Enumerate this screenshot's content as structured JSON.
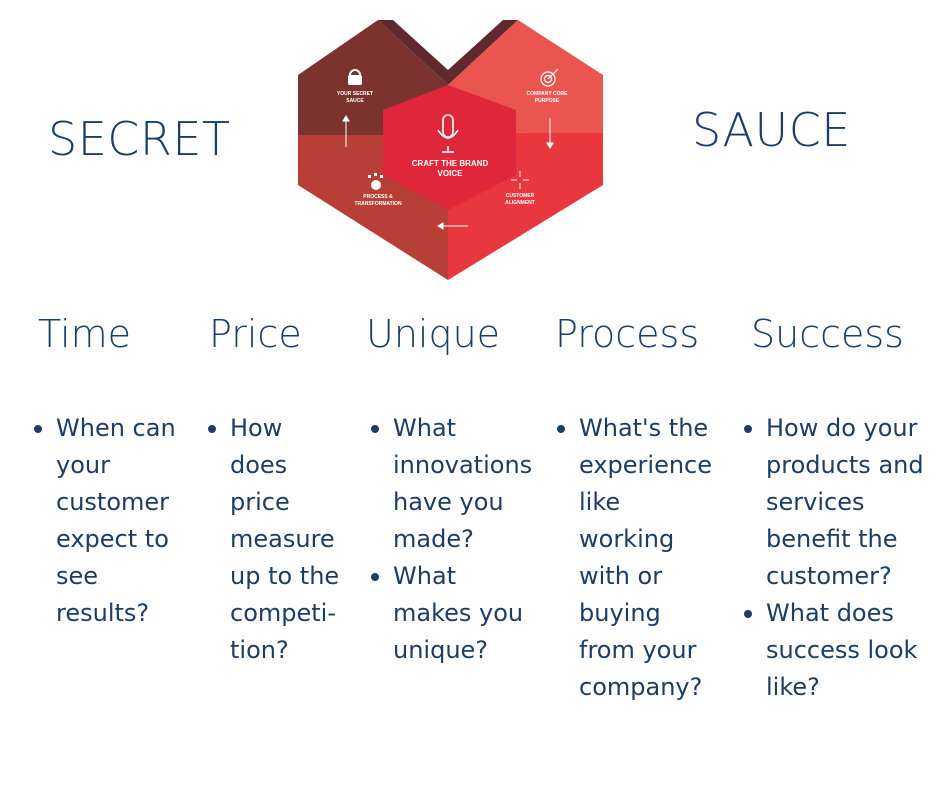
{
  "title_left": "SECRET",
  "title_right": "SAUCE",
  "heart": {
    "center": [
      "CRAFT THE BRAND",
      "VOICE"
    ],
    "top_left": [
      "YOUR SECRET",
      "SAUCE"
    ],
    "top_right": [
      "COMPANY CORE",
      "PURPOSE"
    ],
    "bottom_left": [
      "PROCESS &",
      "TRANSFORMATION"
    ],
    "bottom_right": [
      "CUSTOMER",
      "ALIGNMENT"
    ],
    "colors": {
      "dark": "#5e2a2e",
      "maroon": "#7b3330",
      "brick": "#b83f36",
      "red": "#e8373d",
      "coral": "#ea5550",
      "center": "#e0263a"
    }
  },
  "columns": [
    {
      "heading": "Time",
      "items": [
        "When can your customer expect to see results?"
      ]
    },
    {
      "heading": "Price",
      "items": [
        "How does price measure up to the competi-tion?"
      ]
    },
    {
      "heading": "Unique",
      "items": [
        "What innovations have you made?",
        "What makes you unique?"
      ]
    },
    {
      "heading": "Process",
      "items": [
        "What's the experience like working with or buying from your company?"
      ]
    },
    {
      "heading": "Success",
      "items": [
        "How do your products and services benefit the customer?",
        "What does success look like?"
      ]
    }
  ]
}
